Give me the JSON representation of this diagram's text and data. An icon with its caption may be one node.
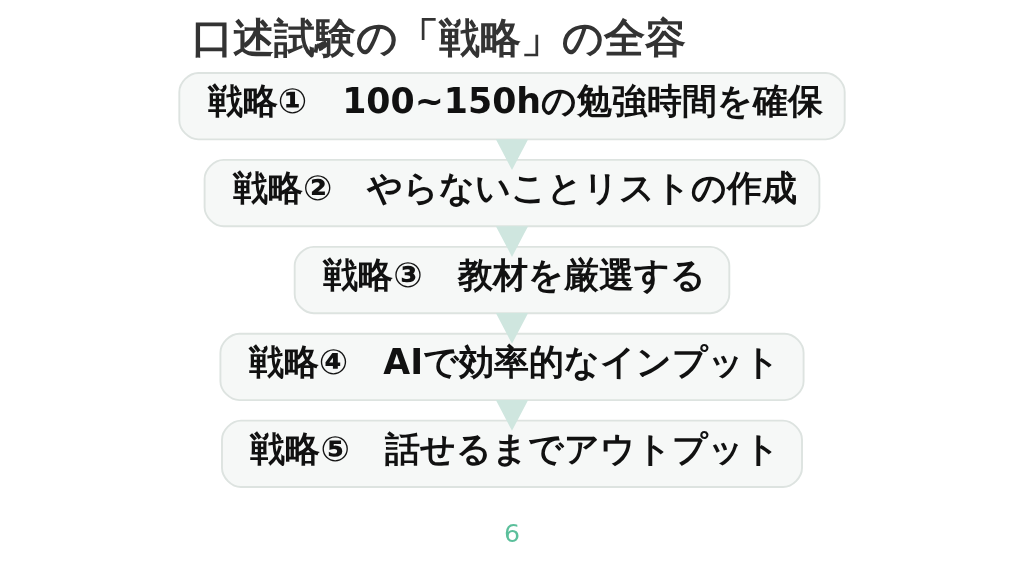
{
  "diagram": {
    "title": "口述試験の「戦略」の全容",
    "nodes": [
      {
        "text": [
          "戦略①　100~150hの勉強時間を確保"
        ]
      },
      {
        "text": [
          "戦略②　やらないことリストの作成"
        ]
      },
      {
        "text": [
          "戦略③　教材を厳選する"
        ]
      },
      {
        "text": [
          "戦略④　AIで効率的なインプット"
        ]
      },
      {
        "text": [
          "戦略⑤　話せるまでアウトプット"
        ]
      }
    ],
    "edges": [
      {
        "from": 0,
        "to": 1,
        "arrow": "to"
      },
      {
        "from": 1,
        "to": 2,
        "arrow": "to"
      },
      {
        "from": 2,
        "to": 3,
        "arrow": "to"
      },
      {
        "from": 3,
        "to": 4,
        "arrow": "to"
      }
    ],
    "labels": [
      "6"
    ]
  }
}
